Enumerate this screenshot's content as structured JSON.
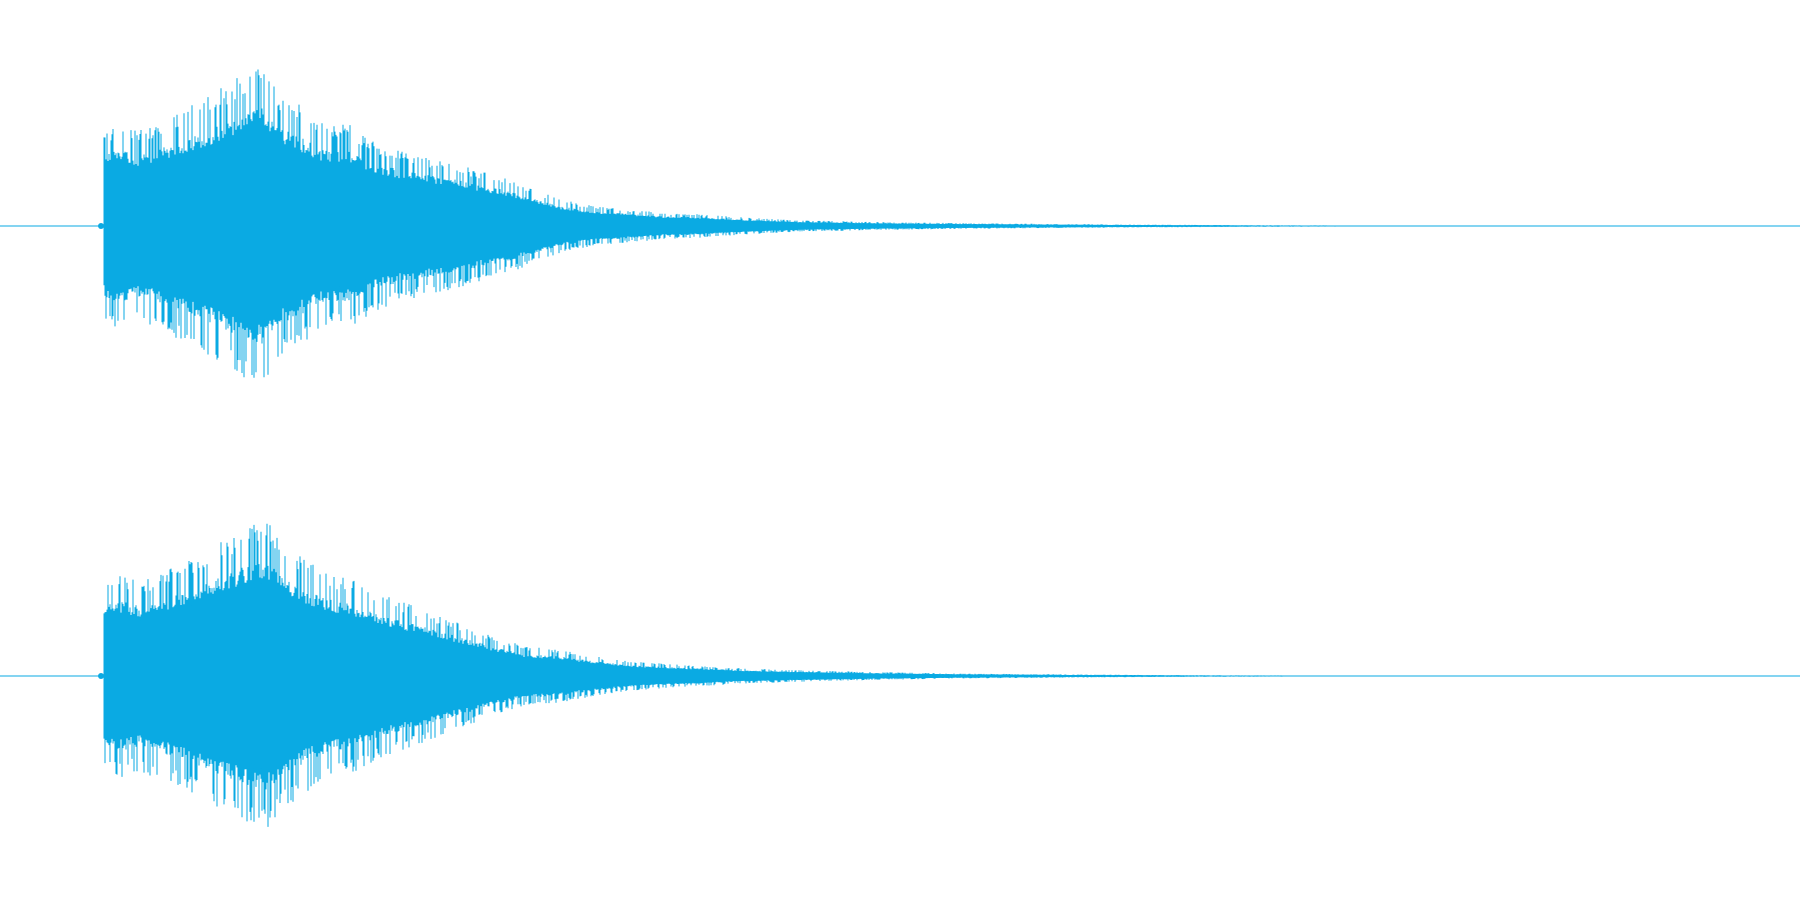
{
  "colors": {
    "background": "#ffffff",
    "waveform": "#0aaae3"
  },
  "channels": [
    {
      "name": "",
      "envelope": [
        [
          0.0,
          0.58
        ],
        [
          0.01,
          0.64
        ],
        [
          0.02,
          0.58
        ],
        [
          0.03,
          0.62
        ],
        [
          0.045,
          0.7
        ],
        [
          0.06,
          0.78
        ],
        [
          0.075,
          0.88
        ],
        [
          0.085,
          0.95
        ],
        [
          0.095,
          0.98
        ],
        [
          0.105,
          0.8
        ],
        [
          0.115,
          0.74
        ],
        [
          0.13,
          0.62
        ],
        [
          0.145,
          0.62
        ],
        [
          0.16,
          0.52
        ],
        [
          0.175,
          0.46
        ],
        [
          0.19,
          0.42
        ],
        [
          0.205,
          0.4
        ],
        [
          0.22,
          0.34
        ],
        [
          0.235,
          0.3
        ],
        [
          0.25,
          0.24
        ],
        [
          0.27,
          0.16
        ],
        [
          0.29,
          0.12
        ],
        [
          0.31,
          0.1
        ],
        [
          0.33,
          0.08
        ],
        [
          0.355,
          0.07
        ],
        [
          0.38,
          0.05
        ],
        [
          0.41,
          0.035
        ],
        [
          0.45,
          0.025
        ],
        [
          0.5,
          0.018
        ],
        [
          0.56,
          0.012
        ],
        [
          0.62,
          0.008
        ],
        [
          0.68,
          0.005
        ],
        [
          0.74,
          0.003
        ],
        [
          0.8,
          0.001
        ],
        [
          1.0,
          0.0
        ]
      ]
    },
    {
      "name": "",
      "envelope": [
        [
          0.0,
          0.58
        ],
        [
          0.01,
          0.62
        ],
        [
          0.02,
          0.58
        ],
        [
          0.03,
          0.62
        ],
        [
          0.045,
          0.68
        ],
        [
          0.06,
          0.78
        ],
        [
          0.075,
          0.86
        ],
        [
          0.085,
          0.92
        ],
        [
          0.095,
          0.96
        ],
        [
          0.105,
          0.82
        ],
        [
          0.115,
          0.74
        ],
        [
          0.13,
          0.64
        ],
        [
          0.145,
          0.6
        ],
        [
          0.16,
          0.52
        ],
        [
          0.175,
          0.46
        ],
        [
          0.19,
          0.4
        ],
        [
          0.205,
          0.34
        ],
        [
          0.22,
          0.28
        ],
        [
          0.235,
          0.22
        ],
        [
          0.25,
          0.18
        ],
        [
          0.27,
          0.16
        ],
        [
          0.29,
          0.12
        ],
        [
          0.31,
          0.09
        ],
        [
          0.33,
          0.075
        ],
        [
          0.355,
          0.06
        ],
        [
          0.38,
          0.045
        ],
        [
          0.41,
          0.035
        ],
        [
          0.45,
          0.025
        ],
        [
          0.5,
          0.016
        ],
        [
          0.56,
          0.01
        ],
        [
          0.62,
          0.006
        ],
        [
          0.68,
          0.004
        ],
        [
          0.74,
          0.002
        ],
        [
          0.8,
          0.001
        ],
        [
          1.0,
          0.0
        ]
      ]
    }
  ]
}
